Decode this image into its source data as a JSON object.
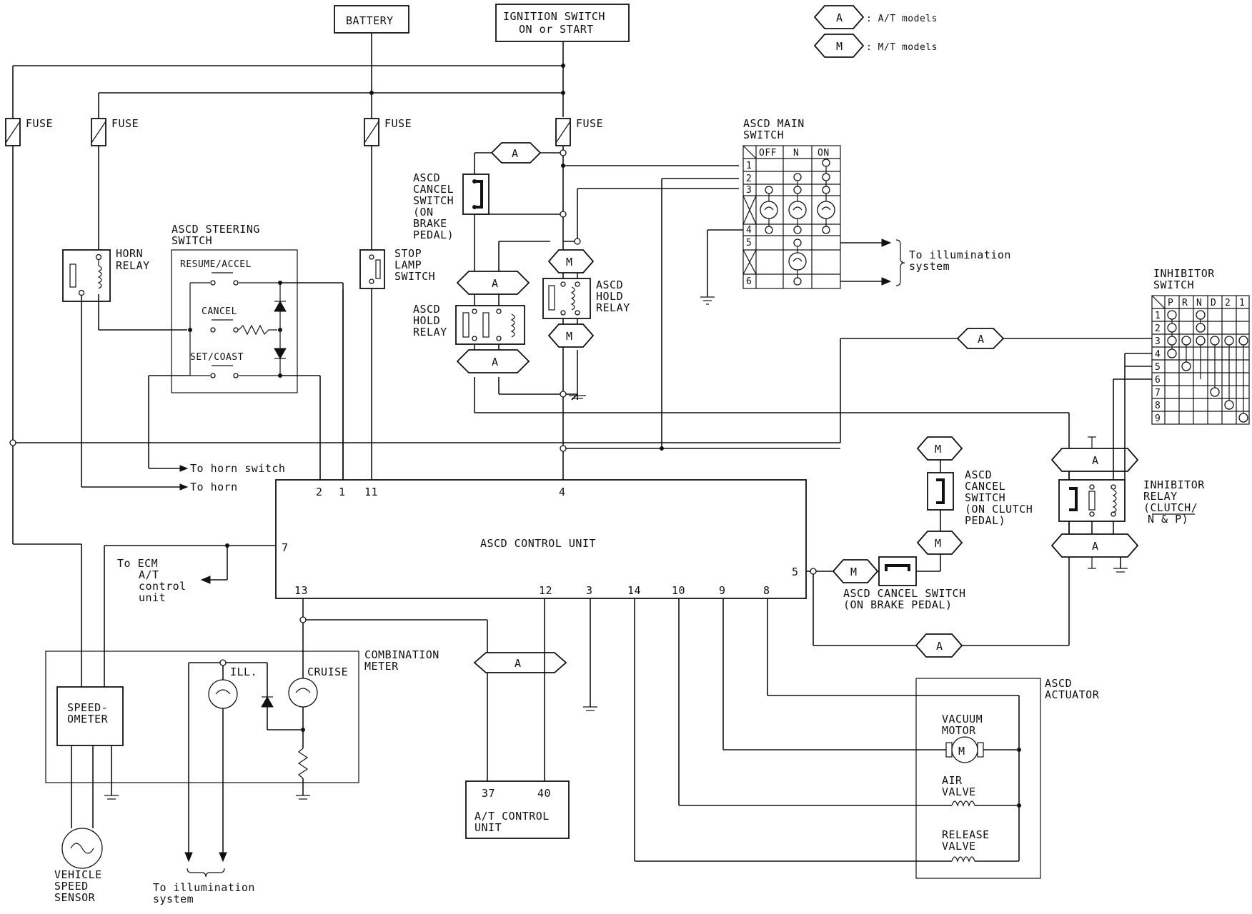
{
  "legend": {
    "at_symbol": "A",
    "at_text": ": A/T models",
    "mt_symbol": "M",
    "mt_text": ": M/T models"
  },
  "power": {
    "battery": "BATTERY",
    "ignition_line1": "IGNITION SWITCH",
    "ignition_line2": "ON or START",
    "fuse": "FUSE"
  },
  "horn_relay": [
    "HORN",
    "RELAY"
  ],
  "steering_switch": {
    "title": [
      "ASCD STEERING",
      "SWITCH"
    ],
    "resume": "RESUME/ACCEL",
    "cancel": "CANCEL",
    "set": "SET/COAST"
  },
  "stop_lamp": [
    "STOP",
    "LAMP",
    "SWITCH"
  ],
  "cancel_switch_brake": [
    "ASCD",
    "CANCEL",
    "SWITCH",
    "(ON",
    "BRAKE",
    "PEDAL)"
  ],
  "hold_relay_left": [
    "ASCD",
    "HOLD",
    "RELAY"
  ],
  "hold_relay_right": [
    "ASCD",
    "HOLD",
    "RELAY"
  ],
  "main_switch": {
    "title": [
      "ASCD MAIN",
      "SWITCH"
    ],
    "cols": [
      "OFF",
      "N",
      "ON"
    ],
    "rows": [
      "1",
      "2",
      "3",
      "4",
      "5",
      "6"
    ]
  },
  "illumination_right": [
    "To illumination",
    "system"
  ],
  "inhibitor_switch": {
    "title": [
      "INHIBITOR",
      "SWITCH"
    ],
    "cols": [
      "P",
      "R",
      "N",
      "D",
      "2",
      "1"
    ],
    "rows": [
      "1",
      "2",
      "3",
      "4",
      "5",
      "6",
      "7",
      "8",
      "9"
    ]
  },
  "inhibitor_relay": [
    "INHIBITOR",
    "RELAY",
    "(CLUTCH/",
    "N & P)"
  ],
  "cancel_switch_clutch": [
    "ASCD",
    "CANCEL",
    "SWITCH",
    "(ON CLUTCH",
    "PEDAL)"
  ],
  "cancel_switch_bottom": [
    "ASCD CANCEL SWITCH",
    "(ON BRAKE PEDAL)"
  ],
  "to_horn_switch": "To horn switch",
  "to_horn": "To horn",
  "control_unit": {
    "title": "ASCD CONTROL UNIT",
    "top_pins": [
      "2",
      "1",
      "11",
      "4"
    ],
    "left_pin": "7",
    "right_pin": "5",
    "bottom_pins": [
      "13",
      "12",
      "3",
      "14",
      "10",
      "9",
      "8"
    ]
  },
  "to_ecm": [
    "To ECM",
    "A/T",
    "control",
    "unit"
  ],
  "combination_meter": {
    "title": [
      "COMBINATION",
      "METER"
    ],
    "speedometer": [
      "SPEED-",
      "OMETER"
    ],
    "ill": "ILL.",
    "cruise": "CRUISE"
  },
  "vss": [
    "VEHICLE",
    "SPEED",
    "SENSOR"
  ],
  "illumination_bottom": [
    "To illumination",
    "system"
  ],
  "at_control_unit": {
    "pins": [
      "37",
      "40"
    ],
    "label": [
      "A/T CONTROL",
      "UNIT"
    ]
  },
  "actuator": {
    "title": [
      "ASCD",
      "ACTUATOR"
    ],
    "vacuum_motor": [
      "VACUUM",
      "MOTOR"
    ],
    "air_valve": [
      "AIR",
      "VALVE"
    ],
    "release_valve": [
      "RELEASE",
      "VALVE"
    ]
  }
}
